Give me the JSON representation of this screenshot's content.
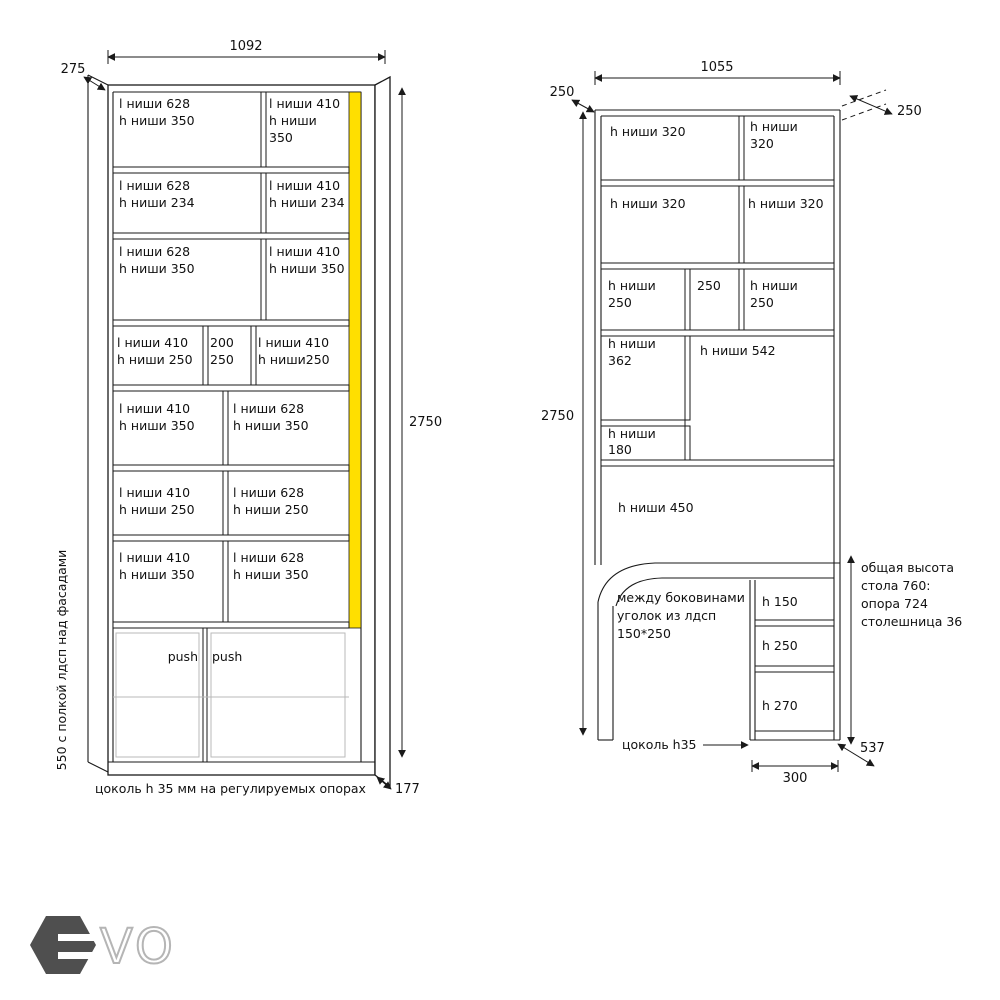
{
  "colors": {
    "accent_yellow": "#ffdf00",
    "line": "#1a1a1a",
    "logo_gray": "#4f4f4f"
  },
  "left_unit": {
    "width_dim": "1092",
    "depth_dim": "275",
    "height_dim": "2750",
    "plinth_depth_dim": "177",
    "side_note": "550 с полкой лдсп над фасадами",
    "bottom_note": "цоколь h 35 мм на регулируемых опорах",
    "push_left": "push",
    "push_right": "push",
    "cells": [
      {
        "l1": "l ниши 628",
        "l2": "h ниши 350"
      },
      {
        "l1": "l ниши 410",
        "l2": "h ниши",
        "l3": "350"
      },
      {
        "l1": "l ниши 628",
        "l2": "h ниши 234"
      },
      {
        "l1": "l ниши 410",
        "l2": "h ниши 234"
      },
      {
        "l1": "l ниши 628",
        "l2": "h ниши 350"
      },
      {
        "l1": "l ниши 410",
        "l2": "h ниши 350"
      },
      {
        "l1": "l ниши 410",
        "l2": "h ниши 250"
      },
      {
        "l1": "200",
        "l2": "250"
      },
      {
        "l1": "l ниши 410",
        "l2": "h ниши250"
      },
      {
        "l1": "l ниши 410",
        "l2": "h ниши 350"
      },
      {
        "l1": "l ниши 628",
        "l2": "h ниши 350"
      },
      {
        "l1": "l ниши 410",
        "l2": "h ниши 250"
      },
      {
        "l1": "l ниши 628",
        "l2": "h ниши 250"
      },
      {
        "l1": "l ниши 410",
        "l2": "h ниши 350"
      },
      {
        "l1": "l ниши 628",
        "l2": "h ниши 350"
      }
    ]
  },
  "right_unit": {
    "width_dim": "1055",
    "depth_dim_left": "250",
    "depth_dim_right": "250",
    "height_dim": "2750",
    "dim_300": "300",
    "dim_537": "537",
    "cells": [
      {
        "l1": "h ниши 320"
      },
      {
        "l1": "h ниши",
        "l2": "320"
      },
      {
        "l1": "h ниши 320"
      },
      {
        "l1": "h ниши 320"
      },
      {
        "l1": "h ниши",
        "l2": "250"
      },
      {
        "l1": "250"
      },
      {
        "l1": "h ниши",
        "l2": "250"
      },
      {
        "l1": "h ниши",
        "l2": "362"
      },
      {
        "l1": "h ниши 542"
      },
      {
        "l1": "h ниши",
        "l2": "180"
      },
      {
        "l1": "h ниши 450"
      },
      {
        "l1": "h 150"
      },
      {
        "l1": "h 250"
      },
      {
        "l1": "h 270"
      }
    ],
    "corner_note": [
      "между боковинами",
      "уголок из лдсп",
      "150*250"
    ],
    "plinth_note": "цоколь h35",
    "desk_note": [
      "общая высота",
      "стола 760:",
      "опора 724",
      "столешница 36"
    ]
  },
  "logo": {
    "text": "VO"
  }
}
